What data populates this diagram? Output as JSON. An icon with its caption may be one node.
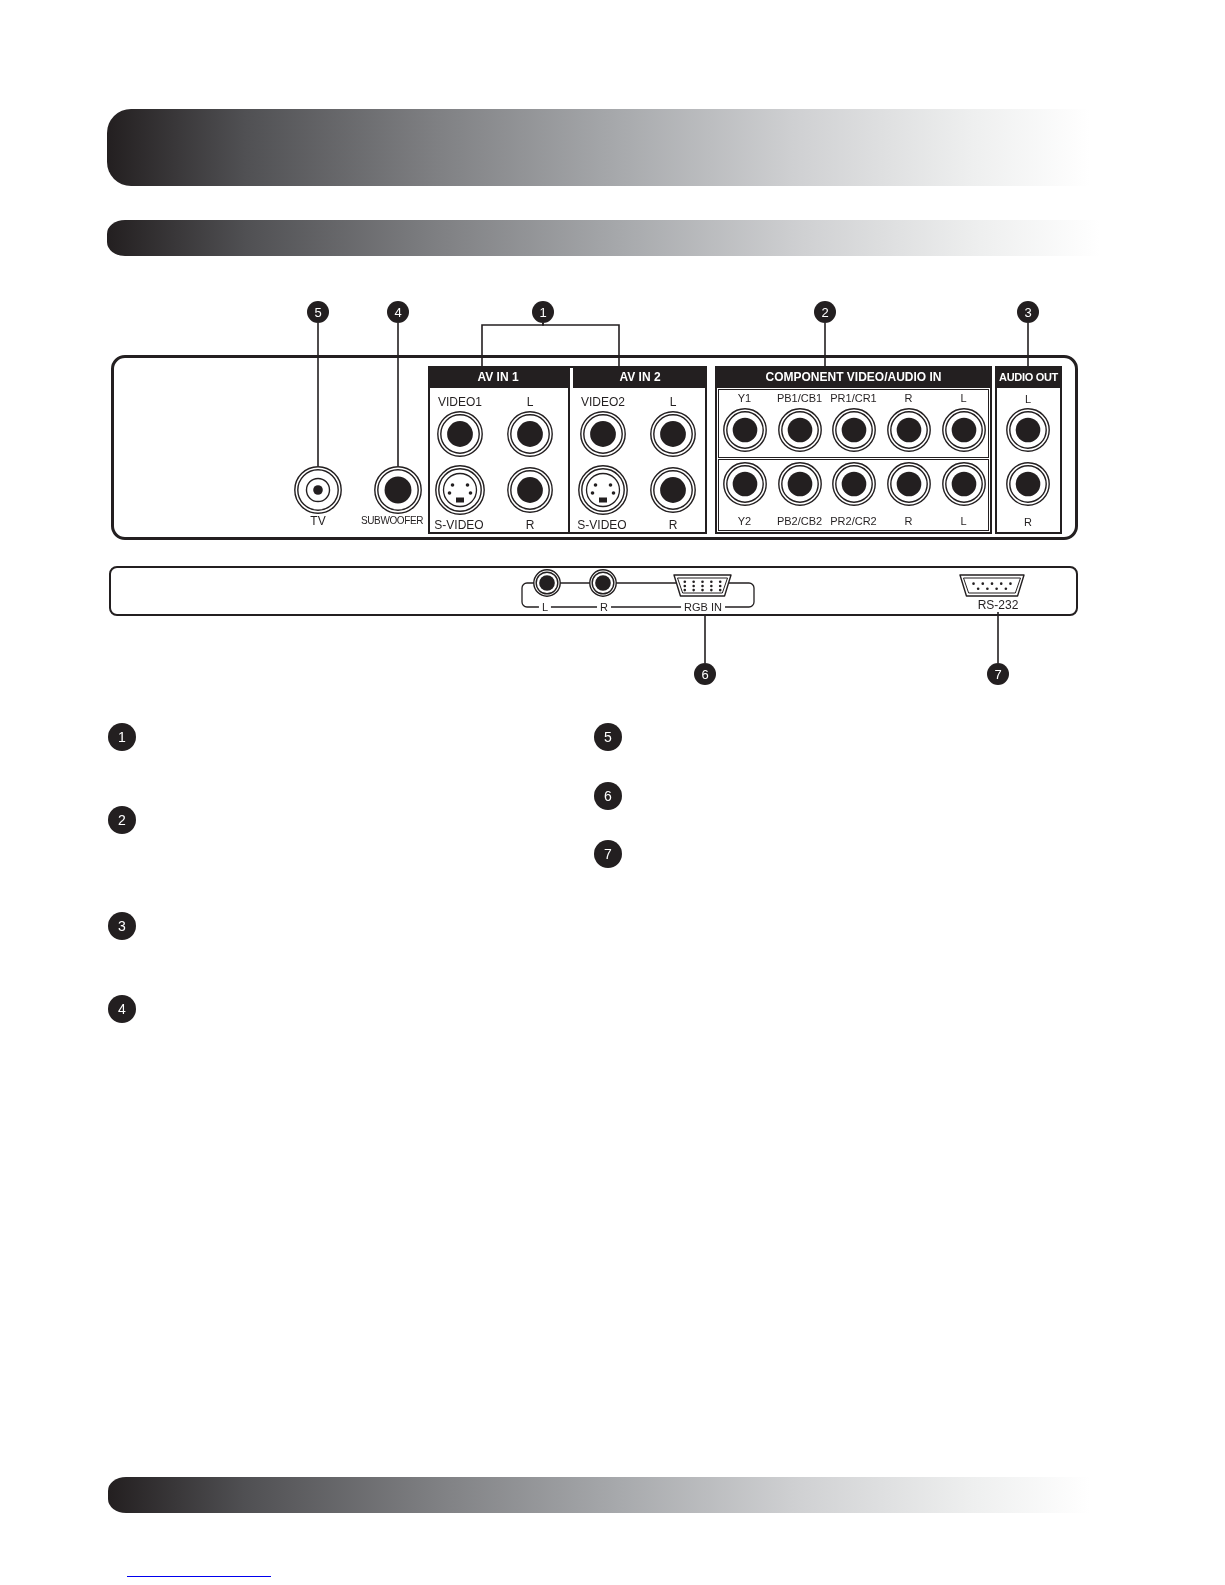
{
  "diagram": {
    "nodes": [
      {
        "text": [],
        "shape": "bar"
      },
      {
        "text": [],
        "shape": "bar"
      },
      {
        "text": [
          "5"
        ]
      },
      {
        "text": [
          "4"
        ]
      },
      {
        "text": [
          "1"
        ]
      },
      {
        "text": [
          "2"
        ]
      },
      {
        "text": [
          "3"
        ]
      },
      {
        "text": [],
        "shape": "box"
      },
      {
        "text": [
          "TV"
        ],
        "in": 7
      },
      {
        "text": [
          "SUBWOOFER"
        ],
        "in": 7
      },
      {
        "text": [
          "AV IN 1",
          "VIDEO1",
          "L",
          "S-VIDEO",
          "R"
        ],
        "in": 7
      },
      {
        "text": [
          "AV IN 2",
          "VIDEO2",
          "L",
          "S-VIDEO",
          "R"
        ],
        "in": 7
      },
      {
        "text": [
          "COMPONENT VIDEO/AUDIO IN"
        ],
        "in": 7
      },
      {
        "text": [
          "Y1",
          "PB1/CB1",
          "PR1/CR1",
          "R",
          "L"
        ],
        "in": 12
      },
      {
        "text": [
          "Y2",
          "PB2/CB2",
          "PR2/CR2",
          "R",
          "L"
        ],
        "in": 12
      },
      {
        "text": [
          "AUDIO OUT",
          "L",
          "R"
        ],
        "in": 7
      },
      {
        "text": [],
        "shape": "box"
      },
      {
        "text": [
          "L",
          "R",
          "RGB IN"
        ],
        "in": 16
      },
      {
        "text": [
          "RS-232"
        ],
        "in": 16
      },
      {
        "text": [
          "6"
        ]
      },
      {
        "text": [
          "7"
        ]
      },
      {
        "text": [],
        "shape": "bar"
      }
    ],
    "edges": [
      {
        "from": 2,
        "to": 8,
        "arrow": "none"
      },
      {
        "from": 3,
        "to": 9,
        "arrow": "none"
      },
      {
        "from": 4,
        "to": 10,
        "arrow": "none"
      },
      {
        "from": 4,
        "to": 11,
        "arrow": "none"
      },
      {
        "from": 5,
        "to": 12,
        "arrow": "none"
      },
      {
        "from": 6,
        "to": 15,
        "arrow": "none"
      },
      {
        "from": 19,
        "to": 17,
        "arrow": "none"
      },
      {
        "from": 20,
        "to": 18,
        "arrow": "none"
      }
    ],
    "labels": [
      "1",
      "2",
      "3",
      "4",
      "5",
      "6",
      "7"
    ]
  }
}
